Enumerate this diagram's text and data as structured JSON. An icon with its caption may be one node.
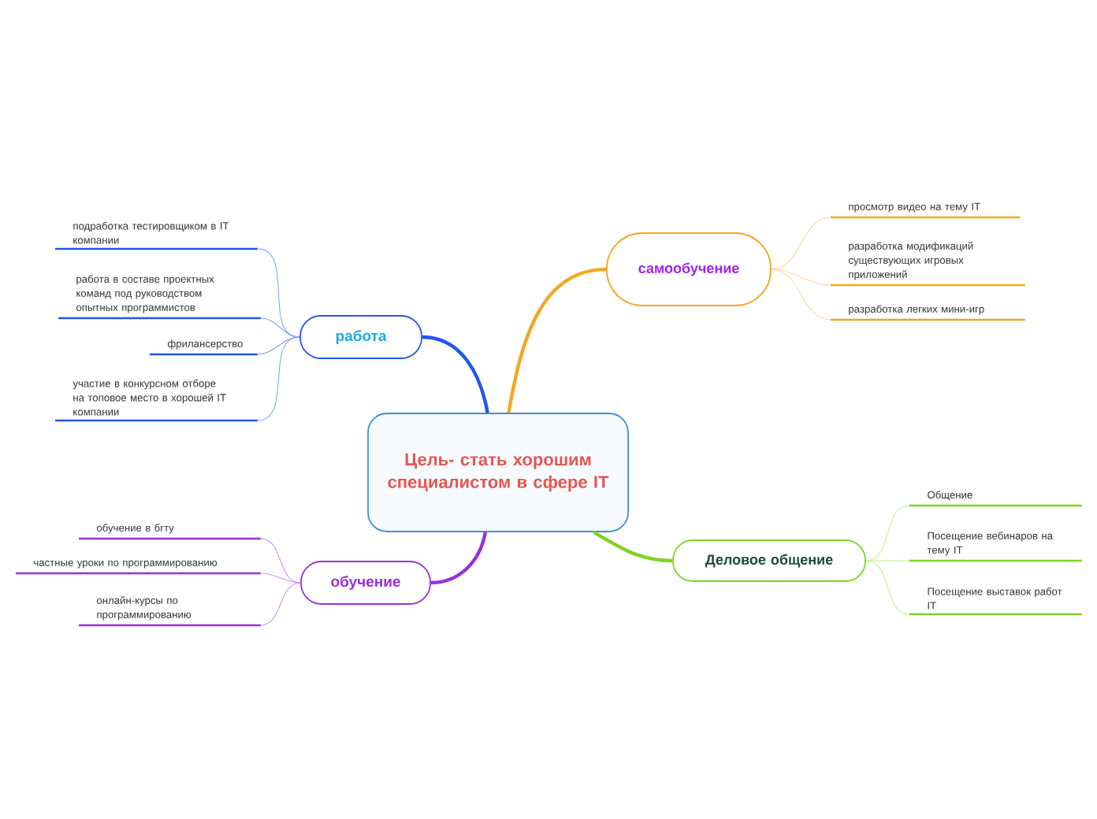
{
  "diagram": {
    "nodes": [
      {
        "text": [
          "Цель- стать хорошим специалистом в сфере IT"
        ]
      },
      {
        "text": [
          "работа"
        ]
      },
      {
        "text": [
          "подработка тестировщиком в IT компании"
        ]
      },
      {
        "text": [
          "работа в составе проектных команд под руководством опытных программистов"
        ]
      },
      {
        "text": [
          "фрилансерство"
        ]
      },
      {
        "text": [
          "участие в конкурсном отборе на топовое место в хорошей IT компании"
        ]
      },
      {
        "text": [
          "самообучение"
        ]
      },
      {
        "text": [
          "просмотр видео на тему IT"
        ]
      },
      {
        "text": [
          "разработка модификаций существующих игровых приложений"
        ]
      },
      {
        "text": [
          "разработка легких мини-игр"
        ]
      },
      {
        "text": [
          "обучение"
        ]
      },
      {
        "text": [
          "обучение в бгту"
        ]
      },
      {
        "text": [
          "частные уроки по программированию"
        ]
      },
      {
        "text": [
          "онлайн-курсы по программированию"
        ]
      },
      {
        "text": [
          "Деловое общение"
        ]
      },
      {
        "text": [
          "Общение"
        ]
      },
      {
        "text": [
          "Посещение вебинаров на тему IT"
        ]
      },
      {
        "text": [
          "Посещение выставок работ IT"
        ]
      }
    ],
    "edges": [
      {
        "from": 0,
        "to": 1,
        "arrow": "none",
        "style": "thick",
        "color": "#2255ee"
      },
      {
        "from": 1,
        "to": 2,
        "arrow": "none",
        "color": "#7a9cf5"
      },
      {
        "from": 1,
        "to": 3,
        "arrow": "none",
        "color": "#7a9cf5"
      },
      {
        "from": 1,
        "to": 4,
        "arrow": "none",
        "color": "#7a9cf5"
      },
      {
        "from": 1,
        "to": 5,
        "arrow": "none",
        "color": "#7a9cf5"
      },
      {
        "from": 0,
        "to": 6,
        "arrow": "none",
        "style": "thick",
        "color": "#f5a623"
      },
      {
        "from": 6,
        "to": 7,
        "arrow": "none",
        "color": "#ffd38a"
      },
      {
        "from": 6,
        "to": 8,
        "arrow": "none",
        "color": "#ffd38a"
      },
      {
        "from": 6,
        "to": 9,
        "arrow": "none",
        "color": "#ffd38a"
      },
      {
        "from": 0,
        "to": 10,
        "arrow": "none",
        "style": "thick",
        "color": "#9b2fd9"
      },
      {
        "from": 10,
        "to": 11,
        "arrow": "none",
        "color": "#c98af0"
      },
      {
        "from": 10,
        "to": 12,
        "arrow": "none",
        "color": "#c98af0"
      },
      {
        "from": 10,
        "to": 13,
        "arrow": "none",
        "color": "#c98af0"
      },
      {
        "from": 0,
        "to": 14,
        "arrow": "none",
        "style": "thick",
        "color": "#7ed321"
      },
      {
        "from": 14,
        "to": 15,
        "arrow": "none",
        "color": "#c2f08e"
      },
      {
        "from": 14,
        "to": 16,
        "arrow": "none",
        "color": "#c2f08e"
      },
      {
        "from": 14,
        "to": 17,
        "arrow": "none",
        "color": "#c2f08e"
      }
    ]
  }
}
